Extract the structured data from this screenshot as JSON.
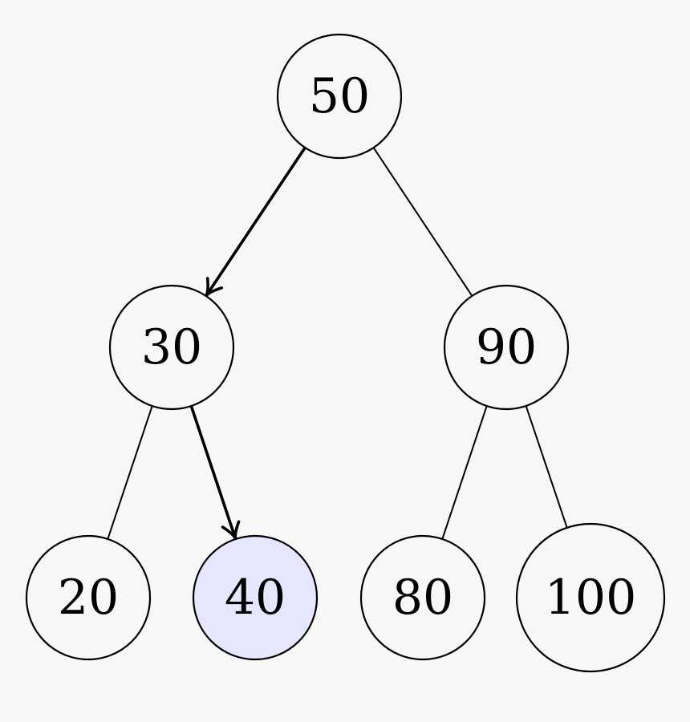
{
  "colors": {
    "background": "#f7f7f7",
    "node_fill": "#f7f7f7",
    "highlight_fill": "#e6e6ff",
    "stroke": "#000000"
  },
  "tree": {
    "nodes": [
      {
        "id": "n50",
        "label": "50",
        "highlighted": false
      },
      {
        "id": "n30",
        "label": "30",
        "highlighted": false
      },
      {
        "id": "n90",
        "label": "90",
        "highlighted": false
      },
      {
        "id": "n20",
        "label": "20",
        "highlighted": false
      },
      {
        "id": "n40",
        "label": "40",
        "highlighted": true
      },
      {
        "id": "n80",
        "label": "80",
        "highlighted": false
      },
      {
        "id": "n100",
        "label": "100",
        "highlighted": false
      }
    ],
    "edges": [
      {
        "from": "n50",
        "to": "n30",
        "on_path": true
      },
      {
        "from": "n50",
        "to": "n90",
        "on_path": false
      },
      {
        "from": "n30",
        "to": "n20",
        "on_path": false
      },
      {
        "from": "n30",
        "to": "n40",
        "on_path": true
      },
      {
        "from": "n90",
        "to": "n80",
        "on_path": false
      },
      {
        "from": "n90",
        "to": "n100",
        "on_path": false
      }
    ]
  }
}
